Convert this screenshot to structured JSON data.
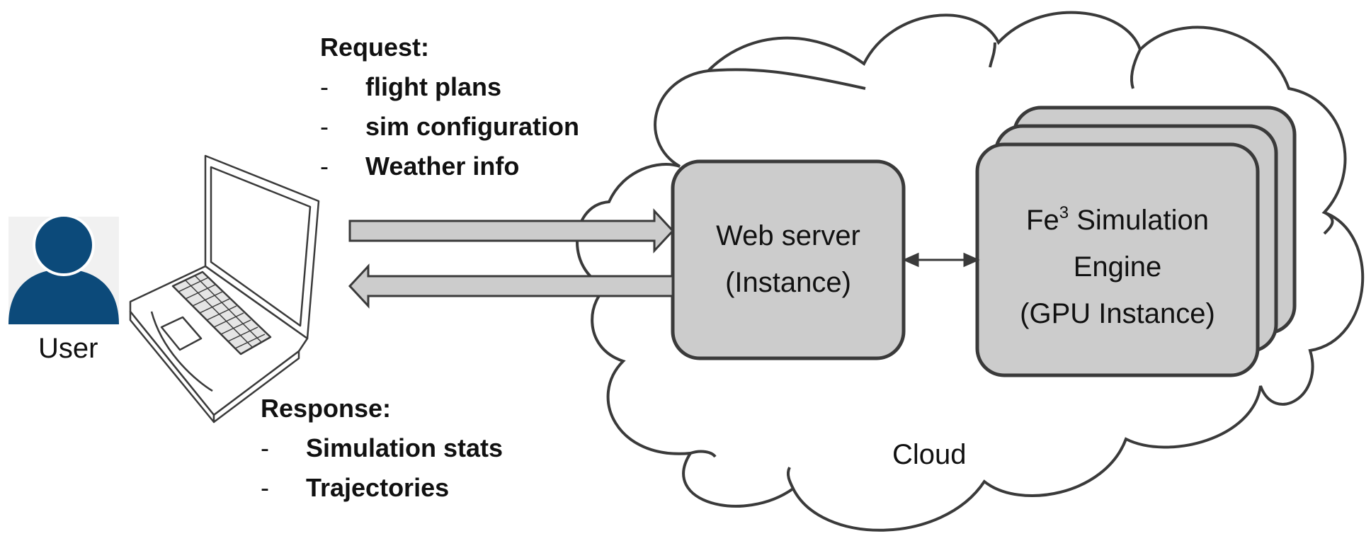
{
  "user": {
    "label": "User"
  },
  "request": {
    "title": "Request:",
    "items": [
      "flight plans",
      "sim configuration",
      "Weather info"
    ]
  },
  "response": {
    "title": "Response:",
    "items": [
      "Simulation stats",
      "Trajectories"
    ]
  },
  "web_server": {
    "line1": "Web server",
    "line2": "(Instance)"
  },
  "engine": {
    "line1_prefix": "Fe",
    "line1_sup": "3",
    "line1_suffix": " Simulation",
    "line2": "Engine",
    "line3": "(GPU Instance)"
  },
  "cloud": {
    "label": "Cloud"
  },
  "list_marker": "-",
  "colors": {
    "user_icon": "#0c4a7a",
    "box_fill": "#cccccc",
    "outline": "#3a3a3a",
    "arrow_fill": "#cccccc"
  }
}
